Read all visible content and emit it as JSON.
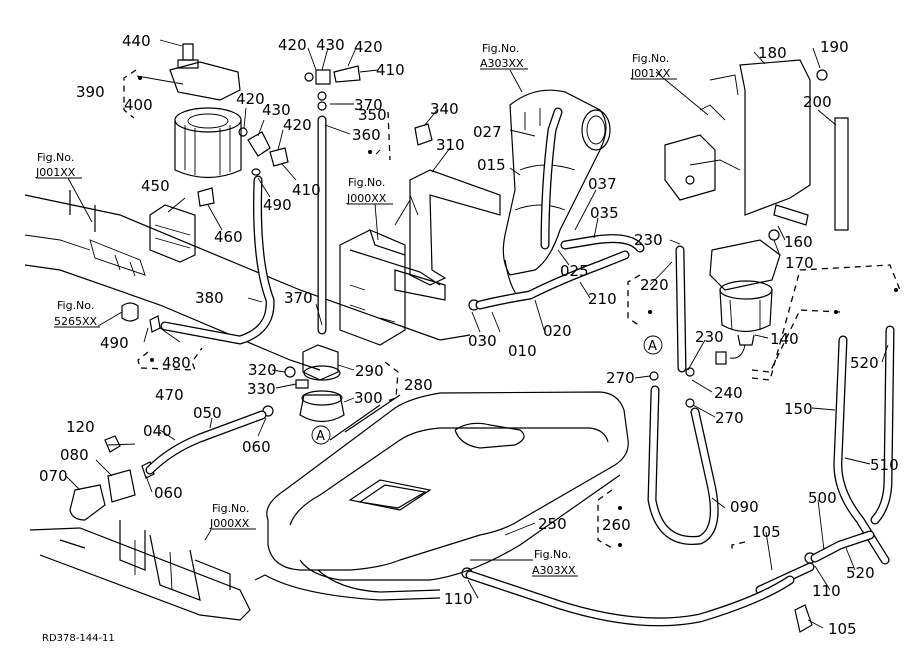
{
  "diagram": {
    "drawing_code": "RD378-144-11",
    "section_mark": "A",
    "fig_refs": [
      {
        "id": "figref-a303-top",
        "title": "Fig.No.",
        "code": "A303XX"
      },
      {
        "id": "figref-j001-right",
        "title": "Fig.No.",
        "code": "J001XX"
      },
      {
        "id": "figref-j001-left",
        "title": "Fig.No.",
        "code": "J001XX"
      },
      {
        "id": "figref-j000-mid",
        "title": "Fig.No.",
        "code": "J000XX"
      },
      {
        "id": "figref-5265",
        "title": "Fig.No.",
        "code": "5265XX"
      },
      {
        "id": "figref-j000-bottom",
        "title": "Fig.No.",
        "code": "J000XX"
      },
      {
        "id": "figref-a303-bottom",
        "title": "Fig.No.",
        "code": "A303XX"
      }
    ],
    "parts": [
      {
        "id": "p440",
        "label": "440"
      },
      {
        "id": "p390",
        "label": "390"
      },
      {
        "id": "p400",
        "label": "400"
      },
      {
        "id": "p420a",
        "label": "420"
      },
      {
        "id": "p430a",
        "label": "430"
      },
      {
        "id": "p420b",
        "label": "420"
      },
      {
        "id": "p410a",
        "label": "410"
      },
      {
        "id": "p370a",
        "label": "370"
      },
      {
        "id": "p360",
        "label": "360"
      },
      {
        "id": "p350",
        "label": "350"
      },
      {
        "id": "p420c",
        "label": "420"
      },
      {
        "id": "p430b",
        "label": "430"
      },
      {
        "id": "p420d",
        "label": "420"
      },
      {
        "id": "p410b",
        "label": "410"
      },
      {
        "id": "p490a",
        "label": "490"
      },
      {
        "id": "p340",
        "label": "340"
      },
      {
        "id": "p310",
        "label": "310"
      },
      {
        "id": "p450",
        "label": "450"
      },
      {
        "id": "p460",
        "label": "460"
      },
      {
        "id": "p027",
        "label": "027"
      },
      {
        "id": "p015",
        "label": "015"
      },
      {
        "id": "p037",
        "label": "037"
      },
      {
        "id": "p035",
        "label": "035"
      },
      {
        "id": "p025",
        "label": "025"
      },
      {
        "id": "p180",
        "label": "180"
      },
      {
        "id": "p190",
        "label": "190"
      },
      {
        "id": "p200",
        "label": "200"
      },
      {
        "id": "p160",
        "label": "160"
      },
      {
        "id": "p170",
        "label": "170"
      },
      {
        "id": "p230a",
        "label": "230"
      },
      {
        "id": "p220",
        "label": "220"
      },
      {
        "id": "p210",
        "label": "210"
      },
      {
        "id": "p020",
        "label": "020"
      },
      {
        "id": "p010",
        "label": "010"
      },
      {
        "id": "p030",
        "label": "030"
      },
      {
        "id": "p380",
        "label": "380"
      },
      {
        "id": "p370b",
        "label": "370"
      },
      {
        "id": "p490b",
        "label": "490"
      },
      {
        "id": "p480",
        "label": "480"
      },
      {
        "id": "p470",
        "label": "470"
      },
      {
        "id": "p320",
        "label": "320"
      },
      {
        "id": "p290",
        "label": "290"
      },
      {
        "id": "p280",
        "label": "280"
      },
      {
        "id": "p330",
        "label": "330"
      },
      {
        "id": "p300",
        "label": "300"
      },
      {
        "id": "p230b",
        "label": "230"
      },
      {
        "id": "p140",
        "label": "140"
      },
      {
        "id": "p520a",
        "label": "520"
      },
      {
        "id": "p270a",
        "label": "270"
      },
      {
        "id": "p240",
        "label": "240"
      },
      {
        "id": "p270b",
        "label": "270"
      },
      {
        "id": "p150",
        "label": "150"
      },
      {
        "id": "p510",
        "label": "510"
      },
      {
        "id": "p120",
        "label": "120"
      },
      {
        "id": "p040",
        "label": "040"
      },
      {
        "id": "p050",
        "label": "050"
      },
      {
        "id": "p060a",
        "label": "060"
      },
      {
        "id": "p080",
        "label": "080"
      },
      {
        "id": "p070",
        "label": "070"
      },
      {
        "id": "p060b",
        "label": "060"
      },
      {
        "id": "p250",
        "label": "250"
      },
      {
        "id": "p260",
        "label": "260"
      },
      {
        "id": "p090",
        "label": "090"
      },
      {
        "id": "p500",
        "label": "500"
      },
      {
        "id": "p105a",
        "label": "105"
      },
      {
        "id": "p110a",
        "label": "110"
      },
      {
        "id": "p110b",
        "label": "110"
      },
      {
        "id": "p520b",
        "label": "520"
      },
      {
        "id": "p105b",
        "label": "105"
      }
    ]
  }
}
